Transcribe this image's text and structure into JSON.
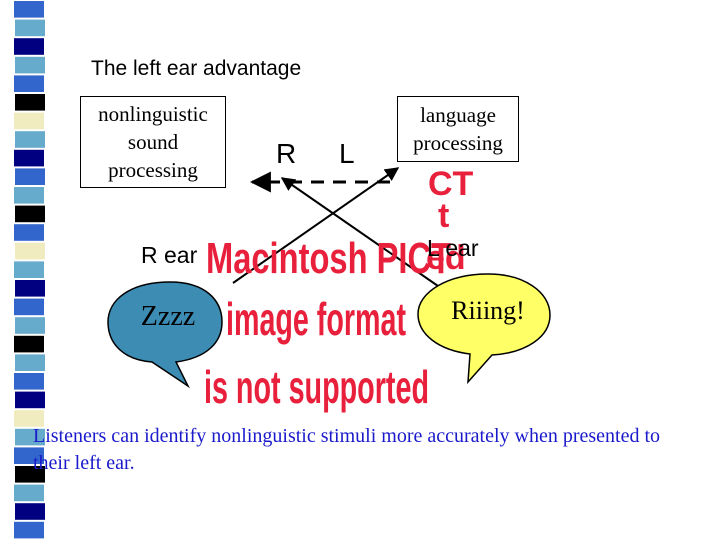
{
  "slide": {
    "title": "The left ear advantage",
    "left_box": {
      "line1": "nonlinguistic",
      "line2": "sound",
      "line3": "processing"
    },
    "right_box": {
      "line1": "language",
      "line2": "processing"
    },
    "hemisphere_right_label": "R",
    "hemisphere_left_label": "L",
    "right_ear_label": "R ear",
    "left_ear_label": "L ear",
    "left_bubble_text": "Zzzz",
    "right_bubble_text": "Riiing!",
    "caption": "Listeners can identify nonlinguistic stimuli more accurately when presented to their left ear.",
    "pict_warning": {
      "line1": "Macintosh PICT",
      "line2": "image format",
      "line3": "is not supported",
      "ghost_line1": "CT",
      "ghost_line2": "t",
      "ghost_line3": "ed"
    }
  },
  "colors": {
    "stripe_blue": "#3366cc",
    "stripe_cyan": "#66aacc",
    "stripe_navy": "#000080",
    "stripe_black": "#000000",
    "stripe_cream": "#f0ecc0",
    "bubble_left_fill": "#3c8cb4",
    "bubble_right_fill": "#ffff66",
    "caption_text": "#1a1acc",
    "pict_red": "#e8203c"
  },
  "icons": [
    "speech-bubble-left",
    "speech-bubble-right",
    "dashed-arrow",
    "crossing-arrows"
  ]
}
